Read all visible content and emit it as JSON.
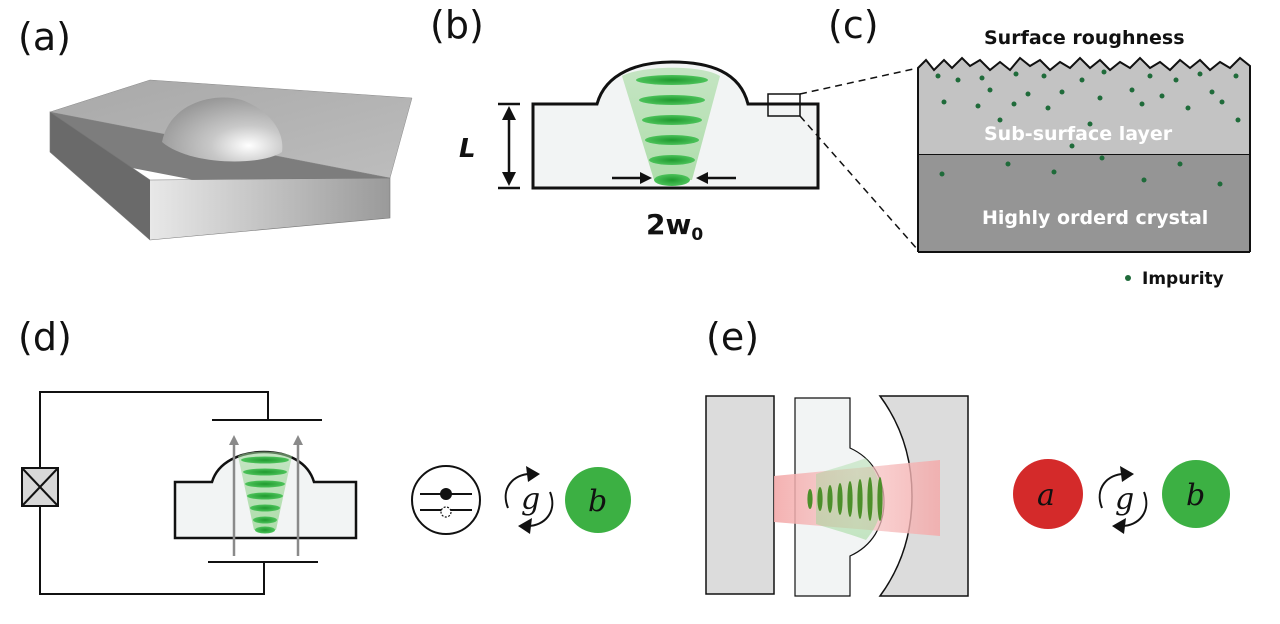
{
  "panels": {
    "a": {
      "label": "(a)"
    },
    "b": {
      "label": "(b)",
      "length_label": "L",
      "waist_label_main": "2w",
      "waist_label_sub": "0"
    },
    "c": {
      "label": "(c)",
      "top_text": "Surface roughness",
      "sub_surface_text": "Sub-surface layer",
      "crystal_text": "Highly orderd crystal",
      "legend_text": "Impurity"
    },
    "d": {
      "label": "(d)",
      "coupling_label": "g",
      "mode_label": "b"
    },
    "e": {
      "label": "(e)",
      "mode_a_label": "a",
      "coupling_label": "g",
      "mode_b_label": "b"
    }
  },
  "colors": {
    "green": "#3cb043",
    "red": "#d42a2a",
    "crystal_light": "#c3c3c3",
    "crystal_dark": "#959595",
    "impurity": "#1f6b3a",
    "block_fill": "#f2f4f4",
    "mirror_fill": "#dcdcdc"
  }
}
